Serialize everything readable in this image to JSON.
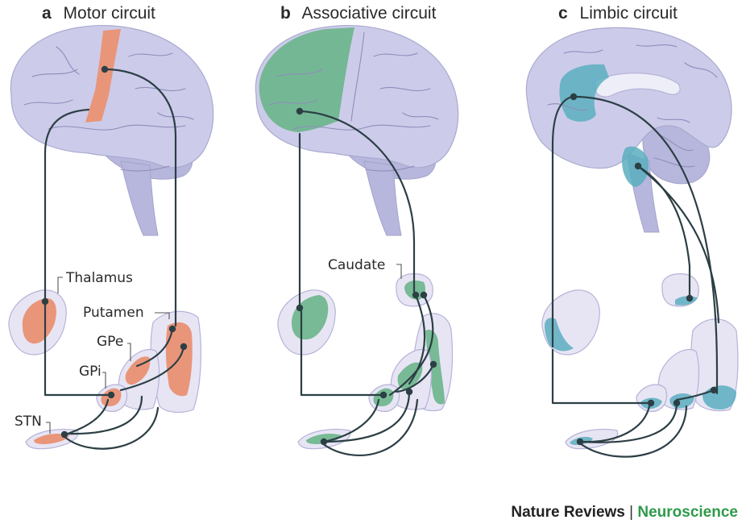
{
  "panels": [
    {
      "letter": "a",
      "title": "Motor circuit",
      "color": "#e9957a",
      "labels": {
        "thalamus": "Thalamus",
        "putamen": "Putamen",
        "gpe": "GPe",
        "gpi": "GPi",
        "stn": "STN"
      }
    },
    {
      "letter": "b",
      "title": "Associative circuit",
      "color": "#6ab58b",
      "labels": {
        "caudate": "Caudate"
      }
    },
    {
      "letter": "c",
      "title": "Limbic circuit",
      "color": "#5aaec0",
      "labels": {}
    }
  ],
  "footer": {
    "journal": "Nature Reviews",
    "separator": "|",
    "section": "Neuroscience",
    "section_color": "#2f9a4b"
  }
}
